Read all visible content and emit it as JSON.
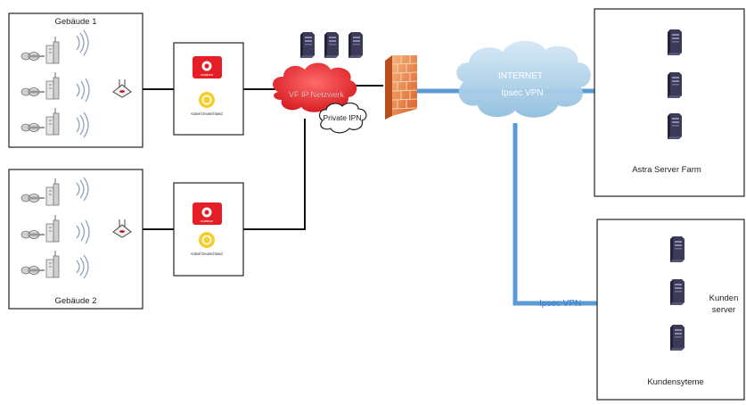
{
  "buildings": [
    {
      "label": "Gebäude 1"
    },
    {
      "label": "Gebäude 2"
    }
  ],
  "providers": {
    "vodafone_label": "vodafone",
    "kabel_label": "Kabel Deutschland"
  },
  "clouds": {
    "vf_network": "VF IP Netzwerk",
    "private_ipn": "Private IPN",
    "internet": "INTERNET",
    "ipsec_internet": "Ipsec VPN"
  },
  "links": {
    "ipsec_lower": "Ipsec VPN"
  },
  "astra": {
    "label": "Astra Server Farm"
  },
  "kunden": {
    "server_label_1": "Kunden",
    "server_label_2": "server",
    "systems_label": "Kundensyteme"
  },
  "colors": {
    "vpn_line": "#5b9bd5",
    "firewall": "#e8782e",
    "vf_cloud": "#e8242f",
    "internet_cloud": "#a9cde6",
    "server": "#3b3b58"
  }
}
